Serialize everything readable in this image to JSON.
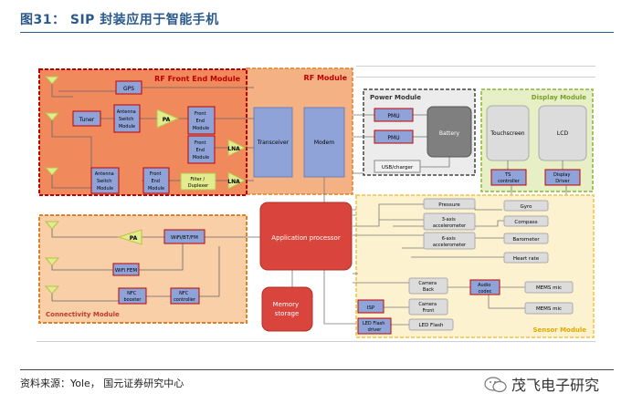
{
  "figure": {
    "title": "图31：   SIP 封装应用于智能手机",
    "source": "资料来源：Yole，  国元证券研究中心",
    "watermark": "茂飞电子研究"
  },
  "diagram": {
    "rf_front_end": {
      "title": "RF Front End Module",
      "gps": "GPS",
      "tuner": "Tuner",
      "antenna_switch_1": [
        "Antenna",
        "Switch",
        "Module"
      ],
      "pa": "PA",
      "fem_1": [
        "Front",
        "End",
        "Module"
      ],
      "fem_2": [
        "Front",
        "End",
        "Module"
      ],
      "lna_1": "LNA",
      "antenna_switch_2": [
        "Antenna",
        "Switch",
        "Module"
      ],
      "fem_3": [
        "Front",
        "End",
        "Module"
      ],
      "filter": [
        "Filter /",
        "Duplexer"
      ],
      "lna_2": "LNA"
    },
    "rf_module": {
      "title": "RF Module",
      "transceiver": "Transceiver",
      "modem": "Modem"
    },
    "power_module": {
      "title": "Power Module",
      "pmu_1": "PMU",
      "pmu_2": "PMU",
      "battery": "Battery",
      "usb": "USB/charger"
    },
    "display_module": {
      "title": "Display Module",
      "touchscreen": "Touchscreen",
      "lcd": "LCD",
      "ts_controller": [
        "TS",
        "controller"
      ],
      "display_driver": [
        "Display",
        "Driver"
      ]
    },
    "application_processor": "Application processor",
    "memory": [
      "Memory",
      "storage"
    ],
    "connectivity": {
      "title": "Connectivity Module",
      "pa": "PA",
      "wifi_bt_fm": "WiFi/BT/FM",
      "wifi_fem": "WiFi FEM",
      "nfc_booster": [
        "NFC",
        "booster"
      ],
      "nfc_controller": [
        "NFC",
        "controller"
      ]
    },
    "sensor_module": {
      "title": "Sensor Module",
      "pressure": "Pressure",
      "accel_3": [
        "3-axis",
        "accelerometer"
      ],
      "accel_6": [
        "6-axis",
        "accelerometer"
      ],
      "gyro": "Gyro",
      "compass": "Compass",
      "barometer": "Barometer",
      "heart_rate": "Heart rate",
      "camera_back": [
        "Camera",
        "Back"
      ],
      "camera_front": [
        "Camera",
        "Front"
      ],
      "led_flash": "LED Flash",
      "isp": "ISP",
      "led_flash_driver": [
        "LED Flash",
        "driver"
      ],
      "audio_codec": [
        "Audio",
        "codec"
      ],
      "mems_mic_1": "MEMS mic",
      "mems_mic_2": "MEMS mic"
    }
  }
}
